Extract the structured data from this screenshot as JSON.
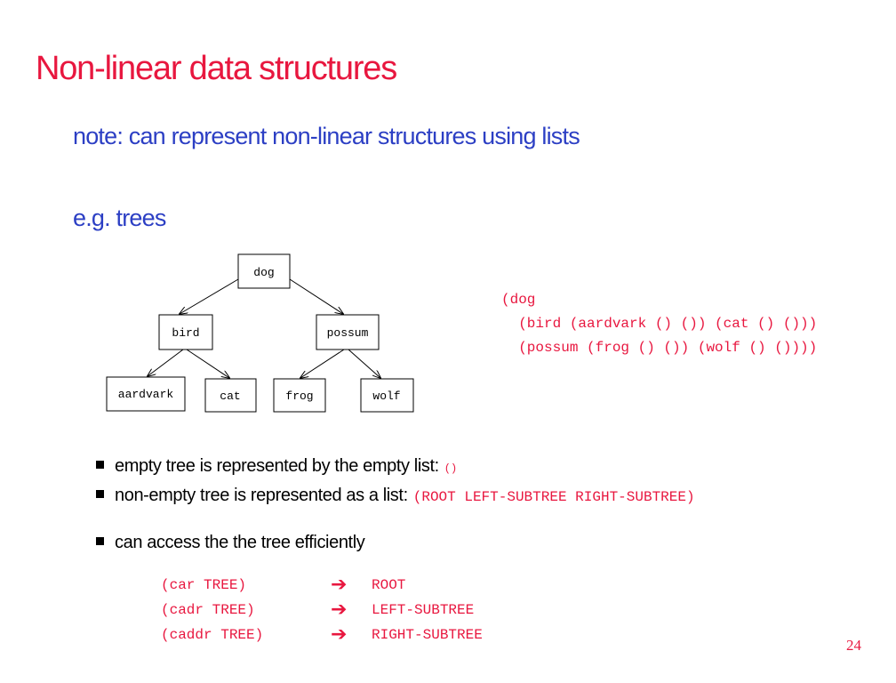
{
  "slide": {
    "title": "Non-linear data structures",
    "note": "note: can represent non-linear structures using lists",
    "example": "e.g. trees",
    "page_number": "24"
  },
  "tree": {
    "nodes": {
      "dog": "dog",
      "bird": "bird",
      "possum": "possum",
      "aardvark": "aardvark",
      "cat": "cat",
      "frog": "frog",
      "wolf": "wolf"
    }
  },
  "list_repr": [
    "(dog",
    "  (bird (aardvark () ()) (cat () ()))",
    "  (possum (frog () ()) (wolf () ())))"
  ],
  "bullets": [
    {
      "text": "empty tree is represented by the empty list:",
      "code": "()"
    },
    {
      "text": "non-empty tree is represented as a list:",
      "code": "(ROOT LEFT-SUBTREE RIGHT-SUBTREE)"
    },
    {
      "text": "can access the the tree efficiently",
      "code": ""
    }
  ],
  "access": [
    {
      "expr": "(car TREE)",
      "arrow": "➔",
      "result": "ROOT"
    },
    {
      "expr": "(cadr TREE)",
      "arrow": "➔",
      "result": "LEFT-SUBTREE"
    },
    {
      "expr": "(caddr TREE)",
      "arrow": "➔",
      "result": "RIGHT-SUBTREE"
    }
  ],
  "colors": {
    "title": "#e8173f",
    "subtitle": "#2c3fc4",
    "code": "#e8173f",
    "text": "#000000"
  }
}
